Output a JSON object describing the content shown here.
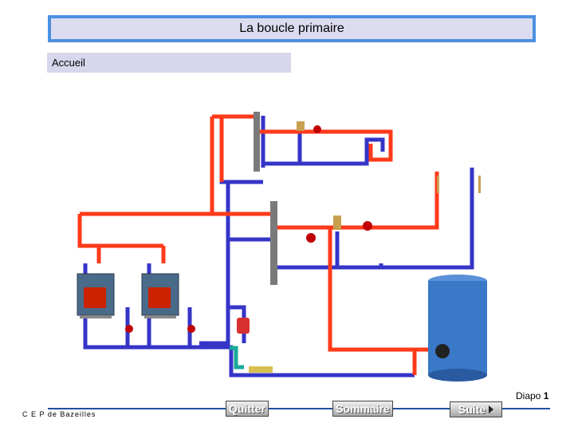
{
  "header": {
    "title": "La boucle primaire"
  },
  "breadcrumb": {
    "label": "Accueil"
  },
  "slide": {
    "prefix": "Diapo",
    "number": "1"
  },
  "footer": {
    "credit": "C E P de Bazeilles"
  },
  "nav": {
    "quit_label": "Quitter",
    "summary_label": "Sommaire",
    "next_label": "Suite"
  },
  "colors": {
    "hot_pipe": "#ff3a1a",
    "cold_pipe": "#3535c8",
    "tank": "#3a78c8",
    "boiler": "#4a6a8a",
    "title_border": "#4a90e2"
  }
}
